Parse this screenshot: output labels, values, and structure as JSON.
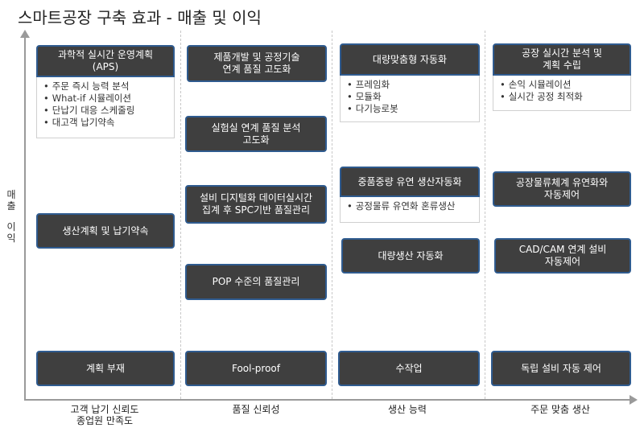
{
  "title": "스마트공장 구축 효과 - 매출 및 이익",
  "y_axis_label": [
    "매",
    "출",
    "",
    "이",
    "익"
  ],
  "columns": [
    {
      "label_lines": [
        "고객 납기 신뢰도",
        "종업원 만족도"
      ]
    },
    {
      "label_lines": [
        "품질 신뢰성"
      ]
    },
    {
      "label_lines": [
        "생산 능력"
      ]
    },
    {
      "label_lines": [
        "주문 맞춤 생산"
      ]
    }
  ],
  "col1": {
    "top": {
      "lines": [
        "과학적 실시간 운영계획",
        "(APS)"
      ],
      "items": [
        "주문 즉시 능력 분석",
        "What-if 시뮬레이션",
        "단납기 대응 스케줄링",
        "대고객 납기약속"
      ]
    },
    "mid": {
      "lines": [
        "생산계획 및 납기약속"
      ]
    },
    "base": {
      "lines": [
        "계획 부재"
      ]
    }
  },
  "col2": {
    "b1": {
      "lines": [
        "제품개발 및 공정기술",
        "연계 품질 고도화"
      ]
    },
    "b2": {
      "lines": [
        "실험실 연계 품질 분석",
        "고도화"
      ]
    },
    "b3": {
      "lines": [
        "설비 디지털화 데이터실시간",
        "집계 후 SPC기반 품질관리"
      ]
    },
    "b4": {
      "lines": [
        "POP 수준의 품질관리"
      ]
    },
    "base": {
      "lines": [
        "Fool-proof"
      ]
    }
  },
  "col3": {
    "top": {
      "lines": [
        "대량맞춤형 자동화"
      ],
      "items": [
        "프레임화",
        "모듈화",
        "다기능로봇"
      ]
    },
    "mid": {
      "lines": [
        "중품중량 유연 생산자동화"
      ],
      "items": [
        "공정물류 유연화 혼류생산"
      ]
    },
    "low": {
      "lines": [
        "대량생산 자동화"
      ]
    },
    "base": {
      "lines": [
        "수작업"
      ]
    }
  },
  "col4": {
    "top": {
      "lines": [
        "공장 실시간 분석 및",
        "계획 수립"
      ],
      "items": [
        "손익 시뮬레이션",
        "실시간 공정 최적화"
      ]
    },
    "mid": {
      "lines": [
        "공장물류체계 유연화와",
        "자동제어"
      ]
    },
    "low": {
      "lines": [
        "CAD/CAM 연계 설비",
        "자동제어"
      ]
    },
    "base": {
      "lines": [
        "독립 설비 자동 제어"
      ]
    }
  }
}
